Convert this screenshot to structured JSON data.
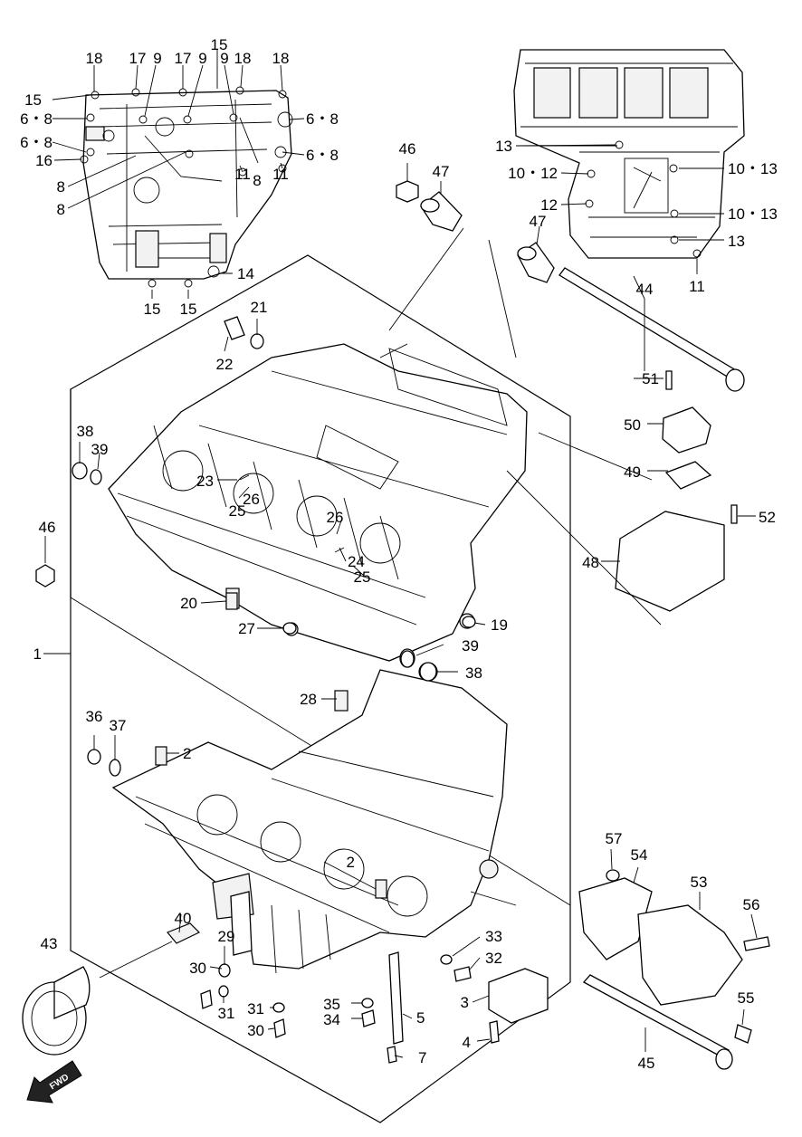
{
  "fwd_label": "FWD",
  "callouts": [
    {
      "id": "l18a",
      "text": "18"
    },
    {
      "id": "l17a",
      "text": "17"
    },
    {
      "id": "l9a",
      "text": "9"
    },
    {
      "id": "l17b",
      "text": "17"
    },
    {
      "id": "l9b",
      "text": "9"
    },
    {
      "id": "l15t",
      "text": "15"
    },
    {
      "id": "l9c",
      "text": "9"
    },
    {
      "id": "l18b",
      "text": "18"
    },
    {
      "id": "l18c",
      "text": "18"
    },
    {
      "id": "l15l",
      "text": "15"
    },
    {
      "id": "l68a",
      "text": "6・8"
    },
    {
      "id": "l68b",
      "text": "6・8"
    },
    {
      "id": "l16",
      "text": "16"
    },
    {
      "id": "l8a",
      "text": "8"
    },
    {
      "id": "l8b",
      "text": "8"
    },
    {
      "id": "l68c",
      "text": "6・8"
    },
    {
      "id": "l68d",
      "text": "6・8"
    },
    {
      "id": "l11a",
      "text": "11"
    },
    {
      "id": "l8c",
      "text": "8"
    },
    {
      "id": "l11b",
      "text": "11"
    },
    {
      "id": "l14",
      "text": "14"
    },
    {
      "id": "l15b1",
      "text": "15"
    },
    {
      "id": "l15b2",
      "text": "15"
    },
    {
      "id": "l46a",
      "text": "46"
    },
    {
      "id": "l47a",
      "text": "47"
    },
    {
      "id": "l13a",
      "text": "13"
    },
    {
      "id": "l1012",
      "text": "10・12"
    },
    {
      "id": "l12",
      "text": "12"
    },
    {
      "id": "l1013a",
      "text": "10・13"
    },
    {
      "id": "l1013b",
      "text": "10・13"
    },
    {
      "id": "l13b",
      "text": "13"
    },
    {
      "id": "l47b",
      "text": "47"
    },
    {
      "id": "l11c",
      "text": "11"
    },
    {
      "id": "l44",
      "text": "44"
    },
    {
      "id": "l21",
      "text": "21"
    },
    {
      "id": "l22",
      "text": "22"
    },
    {
      "id": "l51",
      "text": "51"
    },
    {
      "id": "l50",
      "text": "50"
    },
    {
      "id": "l49",
      "text": "49"
    },
    {
      "id": "l52",
      "text": "52"
    },
    {
      "id": "l48",
      "text": "48"
    },
    {
      "id": "l38a",
      "text": "38"
    },
    {
      "id": "l39a",
      "text": "39"
    },
    {
      "id": "l23",
      "text": "23"
    },
    {
      "id": "l26a",
      "text": "26"
    },
    {
      "id": "l25a",
      "text": "25"
    },
    {
      "id": "l26b",
      "text": "26"
    },
    {
      "id": "l24",
      "text": "24"
    },
    {
      "id": "l25b",
      "text": "25"
    },
    {
      "id": "l46b",
      "text": "46"
    },
    {
      "id": "l20",
      "text": "20"
    },
    {
      "id": "l19",
      "text": "19"
    },
    {
      "id": "l27",
      "text": "27"
    },
    {
      "id": "l39b",
      "text": "39"
    },
    {
      "id": "l38b",
      "text": "38"
    },
    {
      "id": "l1",
      "text": "1"
    },
    {
      "id": "l28",
      "text": "28"
    },
    {
      "id": "l36",
      "text": "36"
    },
    {
      "id": "l37",
      "text": "37"
    },
    {
      "id": "l2a",
      "text": "2"
    },
    {
      "id": "l2b",
      "text": "2"
    },
    {
      "id": "l40",
      "text": "40"
    },
    {
      "id": "l43",
      "text": "43"
    },
    {
      "id": "l29",
      "text": "29"
    },
    {
      "id": "l30a",
      "text": "30"
    },
    {
      "id": "l31a",
      "text": "31"
    },
    {
      "id": "l31b",
      "text": "31"
    },
    {
      "id": "l30b",
      "text": "30"
    },
    {
      "id": "l35",
      "text": "35"
    },
    {
      "id": "l34",
      "text": "34"
    },
    {
      "id": "l33",
      "text": "33"
    },
    {
      "id": "l32",
      "text": "32"
    },
    {
      "id": "l3",
      "text": "3"
    },
    {
      "id": "l5",
      "text": "5"
    },
    {
      "id": "l4",
      "text": "4"
    },
    {
      "id": "l7",
      "text": "7"
    },
    {
      "id": "l57",
      "text": "57"
    },
    {
      "id": "l54",
      "text": "54"
    },
    {
      "id": "l53",
      "text": "53"
    },
    {
      "id": "l56",
      "text": "56"
    },
    {
      "id": "l55",
      "text": "55"
    },
    {
      "id": "l45",
      "text": "45"
    }
  ]
}
